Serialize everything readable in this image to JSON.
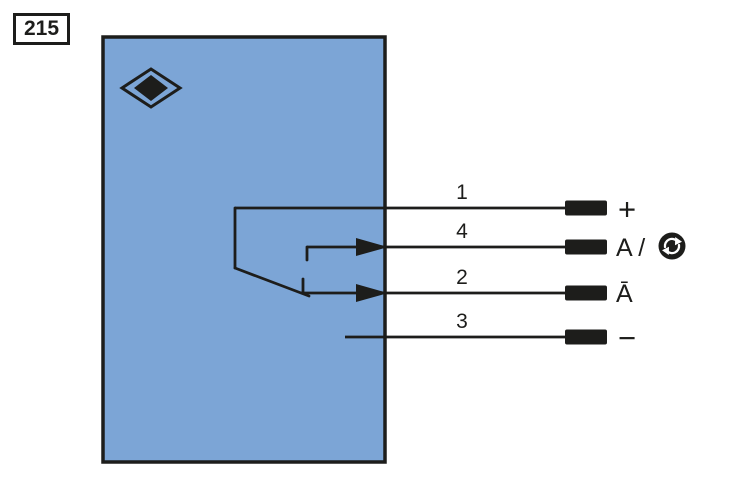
{
  "figure": {
    "number": "215"
  },
  "sensor": {
    "logo_icon": "diamond-in-diamond-icon"
  },
  "wires": [
    {
      "pin": "1",
      "label": "+"
    },
    {
      "pin": "4",
      "label": "A /",
      "icon": "complementary-output-icon"
    },
    {
      "pin": "2",
      "label": "Ā"
    },
    {
      "pin": "3",
      "label": "−"
    }
  ],
  "colors": {
    "body_fill": "#7ca5d6",
    "line": "#1d1d1b"
  }
}
